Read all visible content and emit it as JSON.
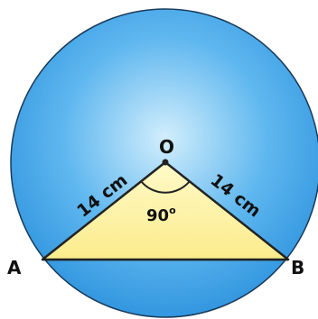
{
  "vertices": {
    "center": "O",
    "left": "A",
    "right": "B"
  },
  "sides": {
    "left": "14 cm",
    "right": "14 cm"
  },
  "angle": {
    "value": "90",
    "unit": "o"
  },
  "colors": {
    "circle_center": "#d2eefc",
    "circle_mid": "#5fb7ef",
    "circle_edge": "#2f94de",
    "circle_border": "#1a3a5a",
    "triangle_fill": "#fbec8c",
    "triangle_edge": "#f3c93a",
    "stroke": "#222222"
  }
}
